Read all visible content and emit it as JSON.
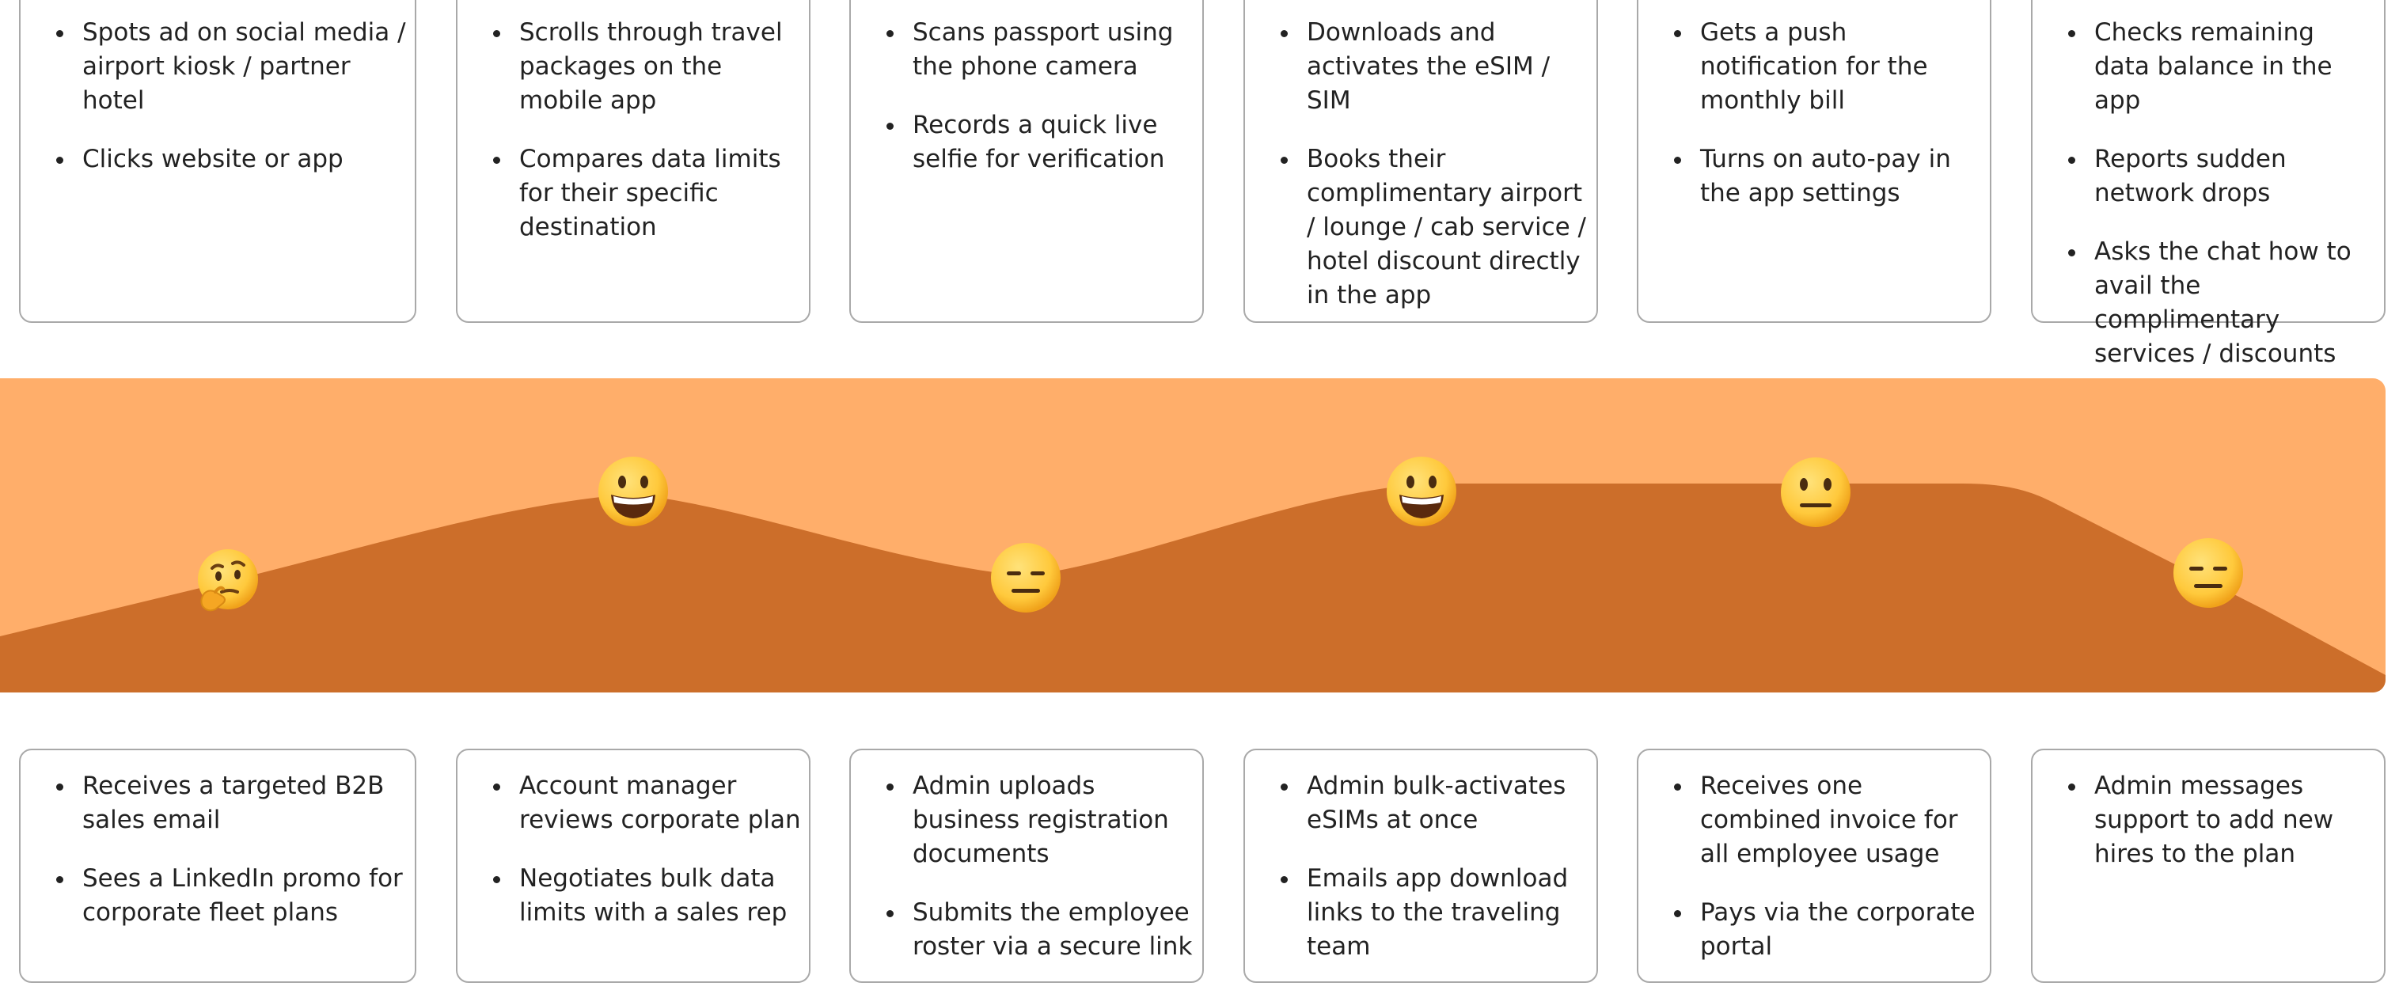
{
  "colors": {
    "band_background": "#ffae6a",
    "emotion_area": "#cc6e2a",
    "card_border": "#a9a9a9",
    "text": "#222222",
    "emoji_face": "#ffc93c"
  },
  "stages": [
    {
      "top_items": [
        "Spots ad on social media / airport kiosk / partner hotel",
        "Clicks website or app"
      ],
      "emotion": "thinking-face-icon",
      "bottom_items": [
        "Receives a targeted B2B sales email",
        "Sees a LinkedIn promo for corporate fleet plans"
      ]
    },
    {
      "top_items": [
        "Scrolls through travel packages on the mobile app",
        "Compares data limits for their specific destination"
      ],
      "emotion": "grinning-face-icon",
      "bottom_items": [
        "Account manager reviews corporate plan",
        "Negotiates bulk data limits with a sales rep"
      ]
    },
    {
      "top_items": [
        "Scans passport using the phone camera",
        "Records a quick live selfie for verification"
      ],
      "emotion": "expressionless-face-icon",
      "bottom_items": [
        "Admin uploads business registration documents",
        "Submits the employee roster via a secure link"
      ]
    },
    {
      "top_items": [
        "Downloads and activates the eSIM / SIM",
        "Books their complimentary airport / lounge /  cab service  / hotel discount directly in the app"
      ],
      "emotion": "grinning-face-icon",
      "bottom_items": [
        "Admin bulk-activates eSIMs at once",
        "Emails app download links to the traveling team"
      ]
    },
    {
      "top_items": [
        "Gets a push notification for the monthly bill",
        "Turns on auto-pay in the app settings"
      ],
      "emotion": "neutral-face-icon",
      "bottom_items": [
        "Receives one combined invoice for all employee usage",
        "Pays via the corporate portal"
      ]
    },
    {
      "top_items": [
        "Checks remaining data balance in the app",
        "Reports sudden network drops",
        "Asks the chat how to avail the complimentary services / discounts"
      ],
      "emotion": "expressionless-face-icon",
      "bottom_items": [
        "Admin messages support to add new hires to the plan"
      ]
    }
  ]
}
